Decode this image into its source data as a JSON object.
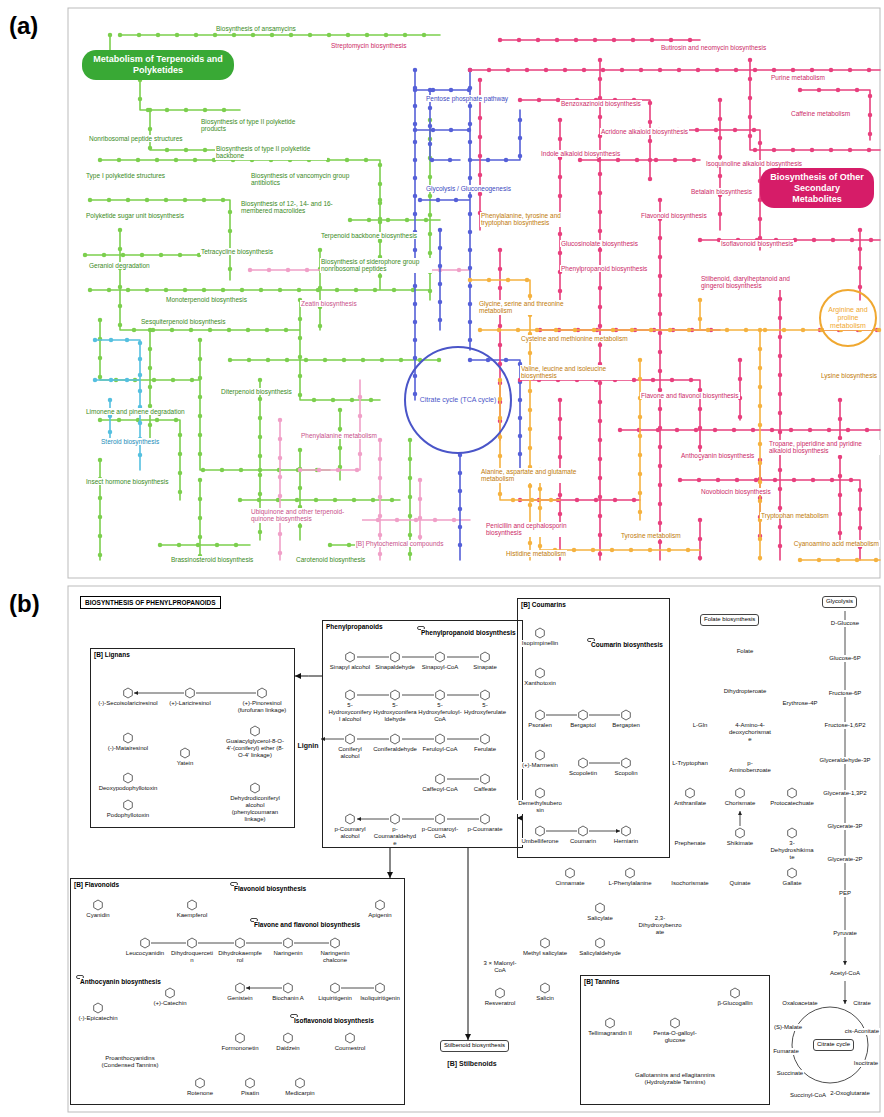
{
  "diagram": {
    "nodes": [
      {
        "text": [
          "Metabolism of Terpenoids and Polyketides"
        ]
      },
      {
        "text": [
          "Biosynthesis of Other Secondary Metabolites"
        ]
      },
      {
        "text": [
          "Citrate cycle (TCA cycle)"
        ]
      },
      {
        "text": [
          "Arginine and proline metabolism"
        ]
      },
      {
        "text": [
          "BIOSYNTHESIS OF PHENYLPROPANOIDS"
        ]
      },
      {
        "text": [
          "[B] Lignans"
        ]
      },
      {
        "text": [
          "Phenylpropanoids"
        ]
      },
      {
        "text": [
          "Phenylpropanoid biosynthesis"
        ],
        "in": 6
      },
      {
        "text": [
          "[B] Coumarins"
        ]
      },
      {
        "text": [
          "Coumarin biosynthesis"
        ],
        "in": 8
      },
      {
        "text": [
          "Folate biosynthesis"
        ]
      },
      {
        "text": [
          "Glycolysis"
        ]
      },
      {
        "text": [
          "[B] Flavonoids"
        ]
      },
      {
        "text": [
          "Flavonoid biosynthesis"
        ],
        "in": 12
      },
      {
        "text": [
          "Flavone and flavonol biosynthesis"
        ],
        "in": 12
      },
      {
        "text": [
          "Anthocyanin biosynthesis"
        ],
        "in": 12
      },
      {
        "text": [
          "Isoflavonoid biosynthesis"
        ],
        "in": 12
      },
      {
        "text": [
          "Stilbenoid biosynthesis"
        ]
      },
      {
        "text": [
          "[B] Tannins"
        ]
      },
      {
        "text": [
          "Citrate cycle"
        ]
      }
    ],
    "edges": [
      {
        "from": 6,
        "to": 5,
        "arrow": "to"
      },
      {
        "from": 6,
        "to": 8,
        "arrow": "to"
      },
      {
        "from": 6,
        "to": 12,
        "arrow": "to"
      },
      {
        "from": 6,
        "to": 17,
        "arrow": "to"
      }
    ],
    "labels": [
      "(a)",
      "(b)",
      "Biosynthesis of ansamycins",
      "Streptomycin biosynthesis",
      "Butirosin and neomycin biosynthesis",
      "Purine metabolism",
      "Caffeine metabolism",
      "Pentose phosphate pathway",
      "Glycolysis / Gluconeogenesis",
      "Nonribosomal peptide structures",
      "Biosynthesis of type II polyketide products",
      "Biosynthesis of type II polyketide backbone",
      "Biosynthesis of vancomycin group antibiotics",
      "Biosynthesis of 12-, 14- and 16-membered macrolides",
      "Type I polyketide structures",
      "Polyketide sugar unit biosynthesis",
      "Geraniol degradation",
      "Terpenoid backbone biosynthesis",
      "Tetracycline biosynthesis",
      "Biosynthesis of siderophore group nonribosomal peptides",
      "Monoterpenoid biosynthesis",
      "Zeatin biosynthesis",
      "Sesquiterpenoid biosynthesis",
      "Diterpenoid biosynthesis",
      "Limonene and pinene degradation",
      "Steroid biosynthesis",
      "Insect hormone biosynthesis",
      "Brassinosteroid biosynthesis",
      "Carotenoid biosynthesis",
      "Ubiquinone and other terpenoid-quinone biosynthesis",
      "[B] Phytochemical compounds",
      "Phenylalanine metabolism",
      "Glycine, serine and threonine metabolism",
      "Cysteine and methionine metabolism",
      "Valine, leucine and isoleucine biosynthesis",
      "Alanine, aspartate and glutamate metabolism",
      "Penicillin and cephalosporin biosynthesis",
      "Histidine metabolism",
      "Phenylalanine, tyrosine and tryptophan biosynthesis",
      "Isoquinoline alkaloid biosynthesis",
      "Indole alkaloid biosynthesis",
      "Acridone alkaloid biosynthesis",
      "Benzoxazinoid biosynthesis",
      "Betalain biosynthesis",
      "Flavonoid biosynthesis",
      "Isoflavonoid biosynthesis",
      "Stilbenoid, diarylheptanoid and gingerol biosynthesis",
      "Glucosinolate biosynthesis",
      "Phenylpropanoid biosynthesis",
      "Flavone and flavonol biosynthesis",
      "Lysine biosynthesis",
      "Tropane, piperidine and pyridine alkaloid biosynthesis",
      "Anthocyanin biosynthesis",
      "Novobiocin biosynthesis",
      "Tryptophan metabolism",
      "Tyrosine metabolism",
      "Cyanoamino acid metabolism",
      "Lignin",
      "(-)-Secoisolariciresinol",
      "(+)-Lariciresinol",
      "(+)-Pinoresinol (furofuran linkage)",
      "(-)-Matairesinol",
      "Yatein",
      "Deoxypodophyllotoxin",
      "Podophyllotoxin",
      "Guaiacylglycerol-8-O-4'-(coniferyl) ether (8-O-4' linkage)",
      "Dehydrodiconiferyl alcohol (phenylcoumaran linkage)",
      "Sinapyl alcohol",
      "Sinapaldehyde",
      "Sinapoyl-CoA",
      "Sinapate",
      "5-Hydroxyconiferyl alcohol",
      "5-Hydroxyconiferaldehyde",
      "5-Hydroxyferuloyl-CoA",
      "5-Hydroxyferulate",
      "Coniferyl alcohol",
      "Coniferaldehyde",
      "Feruloyl-CoA",
      "Ferulate",
      "Caffeoyl-CoA",
      "Caffeate",
      "p-Coumaryl alcohol",
      "p-Coumaraldehyde",
      "p-Coumaroyl-CoA",
      "p-Coumarate",
      "Isopimpinellin",
      "Xanthotoxin",
      "Psoralen",
      "Bergaptol",
      "Bergapten",
      "(+)-Marmesin",
      "Scopoletin",
      "Scopolin",
      "Demethylsuberosin",
      "Umbelliferone",
      "Coumarin",
      "Herniarin",
      "Folate",
      "Dihydropteroate",
      "Erythrose-4P",
      "L-Gln",
      "4-Amino-4-deoxychorismate",
      "L-Tryptophan",
      "p-Aminobenzoate",
      "Anthranilate",
      "Chorismate",
      "Protocatechuate",
      "Prephenate",
      "Shikimate",
      "3-Dehydroshikimate",
      "L-Phenylalanine",
      "Cinnamate",
      "Isochorismate",
      "Quinate",
      "Gallate",
      "Salicylate",
      "2,3-Dihydroxybenzoate",
      "Methyl salicylate",
      "Salicylaldehyde",
      "Salicin",
      "3 × Malonyl-CoA",
      "Resveratrol",
      "[B] Stilbenoids",
      "β-Glucogallin",
      "Tellimagrandin II",
      "Penta-O-galloyl-glucose",
      "Gallotannins and ellagitannins (Hydrolyzable Tannins)",
      "D-Glucose",
      "Glucose-6P",
      "Fructose-6P",
      "Fructose-1,6P2",
      "Glyceraldehyde-3P",
      "Glycerate-1,3P2",
      "Glycerate-3P",
      "Glycerate-2P",
      "PEP",
      "Pyruvate",
      "Acetyl-CoA",
      "Oxaloacetate",
      "Citrate",
      "cis-Aconitate",
      "Isocitrate",
      "2-Oxoglutarate",
      "Succinyl-CoA",
      "Succinate",
      "Fumarate",
      "(S)-Malate",
      "Cyanidin",
      "Kaempferol",
      "Apigenin",
      "Leucocyanidin",
      "Dihydroquercetin",
      "Dihydrokaempferol",
      "Naringenin",
      "Naringenin chalcone",
      "(-)-Epicatechin",
      "(+)-Catechin",
      "Genistein",
      "Biochanin A",
      "Liquiritigenin",
      "Isoliquiritigenin",
      "Proanthocyanidins (Condensed Tannins)",
      "Formononetin",
      "Daidzein",
      "Coumestrol",
      "Rotenone",
      "Pisatin",
      "Medicarpin"
    ]
  }
}
